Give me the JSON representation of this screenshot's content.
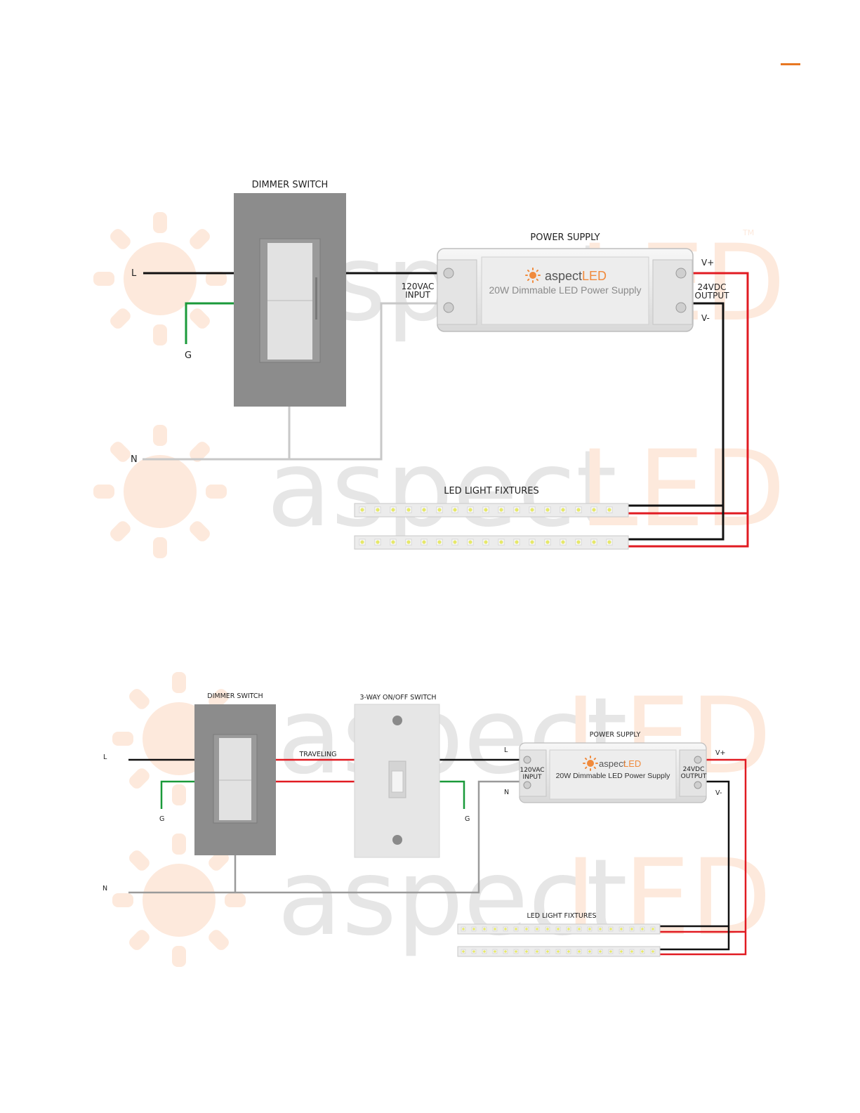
{
  "accent_color": "#e87722",
  "colors": {
    "line": "#111111",
    "positive": "#e11b22",
    "ground": "#1a9a3a",
    "neutral": "#c8c8c8",
    "switch_plate": "#8c8c8c",
    "switch_plate_light": "#e2e2e2",
    "brand_orange": "#f08a3c"
  },
  "watermark": {
    "brand_left": "aspect",
    "brand_right": "LED",
    "tm": "TM"
  },
  "psu": {
    "brand_left": "aspect",
    "brand_right": "LED",
    "product": "20W Dimmable LED Power Supply"
  },
  "diagram1": {
    "dimmer_title": "DIMMER SWITCH",
    "psu_title": "POWER SUPPLY",
    "input_l1": "120VAC",
    "input_l2": "INPUT",
    "output_l1": "24VDC",
    "output_l2": "OUTPUT",
    "vplus": "V+",
    "vminus": "V-",
    "fixtures_title": "LED LIGHT FIXTURES",
    "label_l": "L",
    "label_g": "G",
    "label_n": "N"
  },
  "diagram2": {
    "dimmer_title": "DIMMER SWITCH",
    "threeway_title": "3-WAY ON/OFF SWITCH",
    "traveling": "TRAVELING",
    "psu_title": "POWER SUPPLY",
    "input_l1": "120VAC",
    "input_l2": "INPUT",
    "output_l1": "24VDC",
    "output_l2": "OUTPUT",
    "vplus": "V+",
    "vminus": "V-",
    "fixtures_title": "LED LIGHT FIXTURES",
    "label_l": "L",
    "label_g": "G",
    "label_n": "N",
    "label_l_psu": "L",
    "label_n_psu": "N",
    "label_g_right": "G"
  }
}
